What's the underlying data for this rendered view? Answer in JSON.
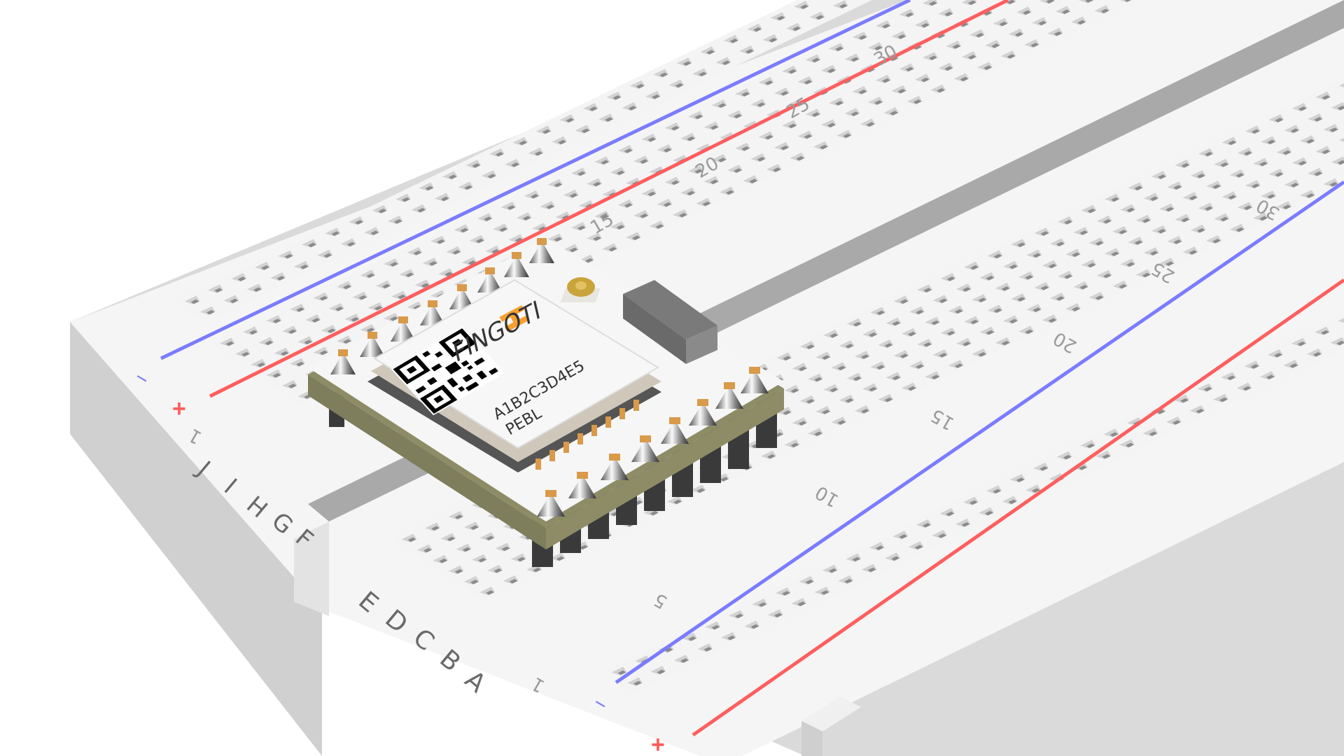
{
  "scene": {
    "subject": "breadboard-with-module",
    "background": "#ffffff",
    "board_color": "#f4f4f4",
    "board_side_color": "#d6d6d6",
    "hole_color": "#c8c8c8",
    "rail_negative_color": "#7a7cff",
    "rail_positive_color": "#ff5e5e",
    "pcb_edge_color": "#8d8c66"
  },
  "rails": {
    "left_negative_symbol": "−",
    "left_positive_symbol": "+",
    "right_negative_symbol": "−",
    "right_positive_symbol": "+"
  },
  "row_labels": {
    "upper": [
      "J",
      "I",
      "H",
      "G",
      "F"
    ],
    "lower": [
      "E",
      "D",
      "C",
      "B",
      "A"
    ]
  },
  "column_labels": {
    "upper_side": [
      "1",
      "15",
      "20",
      "25",
      "30"
    ],
    "lower_side": [
      "1",
      "5",
      "10",
      "15",
      "20",
      "25",
      "30"
    ]
  },
  "module": {
    "brand": "FINGOTI",
    "serial": "A1B2C3D4E5",
    "model": "PEBL",
    "logo_color": "#f5a030",
    "shield_color": "#f7f7f7",
    "pin_pad_color": "#d99a4a"
  }
}
